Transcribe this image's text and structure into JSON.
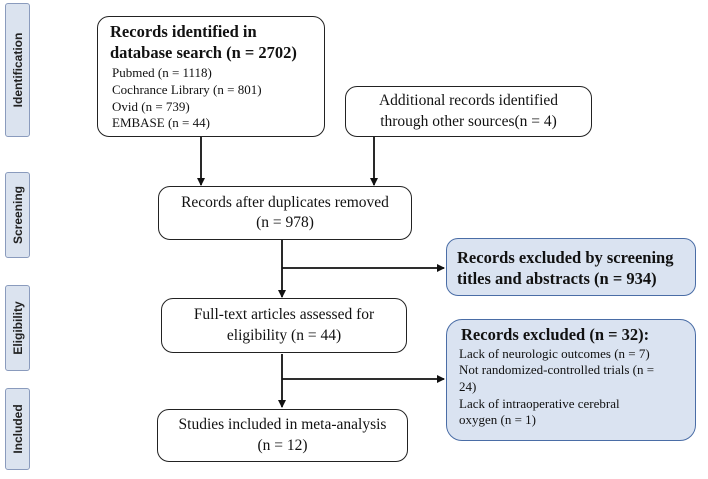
{
  "stages": {
    "identification": "Identification",
    "screening": "Screening",
    "eligibility": "Eligibility",
    "included": "Included"
  },
  "db_search": {
    "title_line1": "Records identified in",
    "title_line2": "database search (n = 2702)",
    "sources": [
      "Pubmed (n = 1118)",
      "Cochrance Library (n = 801)",
      "Ovid (n = 739)",
      "EMBASE  (n = 44)"
    ]
  },
  "other_sources": {
    "line1": "Additional records identified",
    "line2": "through other sources(n = 4)"
  },
  "after_duplicates": {
    "line1": "Records after duplicates removed",
    "line2": "(n = 978)"
  },
  "excluded_screening": {
    "line1": "Records excluded by screening",
    "line2": "titles and abstracts (n = 934)"
  },
  "fulltext": {
    "line1": "Full-text articles assessed for",
    "line2": "eligibility  (n = 44)"
  },
  "excluded_records": {
    "title": "Records excluded (n = 32):",
    "reasons": [
      "Lack of neurologic outcomes (n = 7)",
      "Not randomized-controlled trials (n =",
      "24)",
      "Lack of intraoperative cerebral",
      "oxygen  (n = 1)"
    ]
  },
  "included_studies": {
    "line1": "Studies included in meta-analysis",
    "line2": "(n = 12)"
  }
}
